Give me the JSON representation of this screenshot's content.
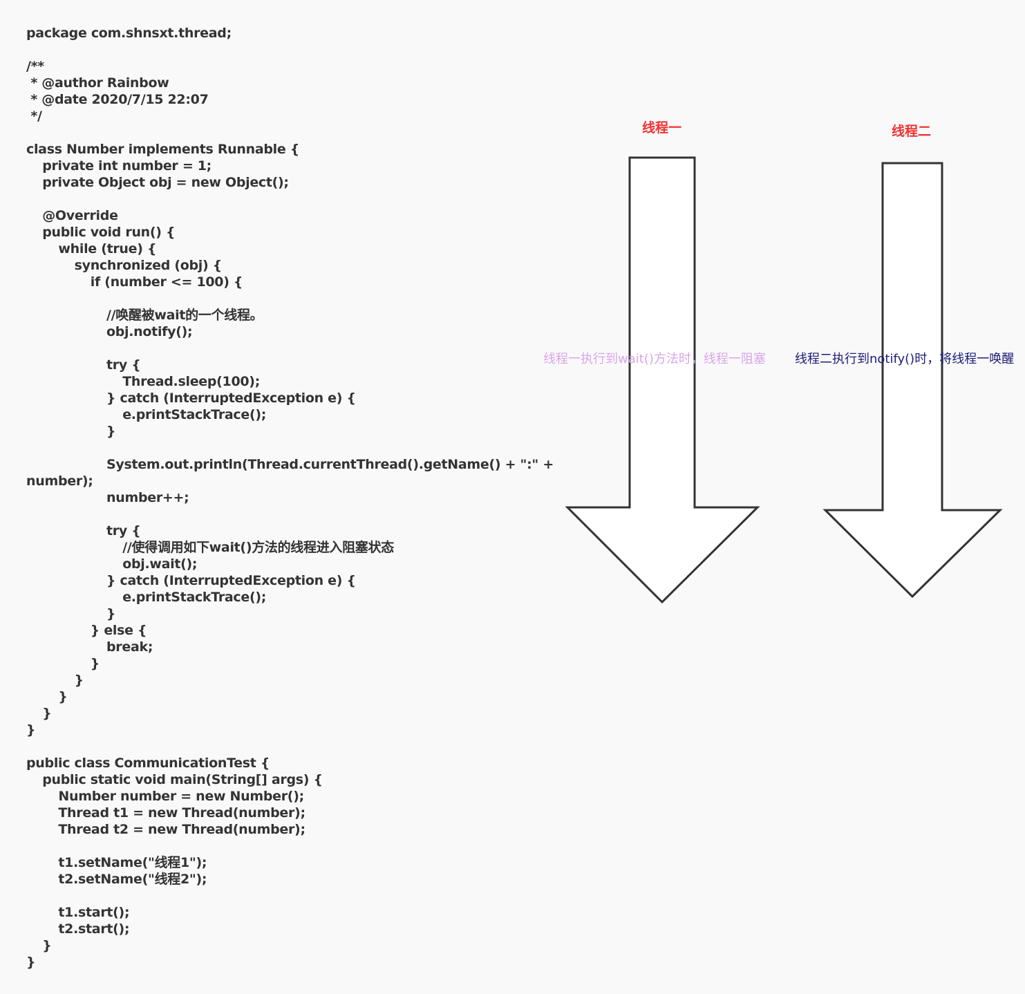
{
  "code": {
    "lines": [
      {
        "indent": 0,
        "text": "package com.shnsxt.thread;"
      },
      {
        "indent": 0,
        "text": ""
      },
      {
        "indent": 0,
        "text": "/**"
      },
      {
        "indent": 0,
        "text": " * @author Rainbow"
      },
      {
        "indent": 0,
        "text": " * @date 2020/7/15 22:07"
      },
      {
        "indent": 0,
        "text": " */"
      },
      {
        "indent": 0,
        "text": ""
      },
      {
        "indent": 0,
        "text": "class Number implements Runnable {"
      },
      {
        "indent": 1,
        "text": "private int number = 1;"
      },
      {
        "indent": 1,
        "text": "private Object obj = new Object();"
      },
      {
        "indent": 0,
        "text": ""
      },
      {
        "indent": 1,
        "text": "@Override"
      },
      {
        "indent": 1,
        "text": "public void run() {"
      },
      {
        "indent": 2,
        "text": "while (true) {"
      },
      {
        "indent": 3,
        "text": "synchronized (obj) {"
      },
      {
        "indent": 4,
        "text": "if (number <= 100) {"
      },
      {
        "indent": 0,
        "text": ""
      },
      {
        "indent": 5,
        "text": "//唤醒被wait的一个线程。"
      },
      {
        "indent": 5,
        "text": "obj.notify();"
      },
      {
        "indent": 0,
        "text": ""
      },
      {
        "indent": 5,
        "text": "try {"
      },
      {
        "indent": 6,
        "text": "Thread.sleep(100);"
      },
      {
        "indent": 5,
        "text": "} catch (InterruptedException e) {"
      },
      {
        "indent": 6,
        "text": "e.printStackTrace();"
      },
      {
        "indent": 5,
        "text": "}"
      },
      {
        "indent": 0,
        "text": ""
      },
      {
        "indent": 5,
        "text": "System.out.println(Thread.currentThread().getName() + \":\" +"
      },
      {
        "indent": 0,
        "text": "number);"
      },
      {
        "indent": 5,
        "text": "number++;"
      },
      {
        "indent": 0,
        "text": ""
      },
      {
        "indent": 5,
        "text": "try {"
      },
      {
        "indent": 6,
        "text": "//使得调用如下wait()方法的线程进入阻塞状态"
      },
      {
        "indent": 6,
        "text": "obj.wait();"
      },
      {
        "indent": 5,
        "text": "} catch (InterruptedException e) {"
      },
      {
        "indent": 6,
        "text": "e.printStackTrace();"
      },
      {
        "indent": 5,
        "text": "}"
      },
      {
        "indent": 4,
        "text": "} else {"
      },
      {
        "indent": 5,
        "text": "break;"
      },
      {
        "indent": 4,
        "text": "}"
      },
      {
        "indent": 3,
        "text": "}"
      },
      {
        "indent": 2,
        "text": "}"
      },
      {
        "indent": 1,
        "text": "}"
      },
      {
        "indent": 0,
        "text": "}"
      },
      {
        "indent": 0,
        "text": ""
      },
      {
        "indent": 0,
        "text": "public class CommunicationTest {"
      },
      {
        "indent": 1,
        "text": "public static void main(String[] args) {"
      },
      {
        "indent": 2,
        "text": "Number number = new Number();"
      },
      {
        "indent": 2,
        "text": "Thread t1 = new Thread(number);"
      },
      {
        "indent": 2,
        "text": "Thread t2 = new Thread(number);"
      },
      {
        "indent": 0,
        "text": ""
      },
      {
        "indent": 2,
        "text": "t1.setName(\"线程1\");"
      },
      {
        "indent": 2,
        "text": "t2.setName(\"线程2\");"
      },
      {
        "indent": 0,
        "text": ""
      },
      {
        "indent": 2,
        "text": "t1.start();"
      },
      {
        "indent": 2,
        "text": "t2.start();"
      },
      {
        "indent": 1,
        "text": "}"
      },
      {
        "indent": 0,
        "text": "}"
      }
    ]
  },
  "diagram": {
    "thread1": {
      "label": "线程一"
    },
    "thread2": {
      "label": "线程二"
    },
    "annotation1": "线程一执行到wait()方法时，线程一阻塞",
    "annotation2": "线程二执行到notify()时，将线程一唤醒",
    "colors": {
      "label": "#f03232",
      "annotation1": "#d9a6ea",
      "annotation2": "#1c1c7a",
      "arrow_stroke": "#333333",
      "arrow_fill": "#ffffff"
    }
  }
}
